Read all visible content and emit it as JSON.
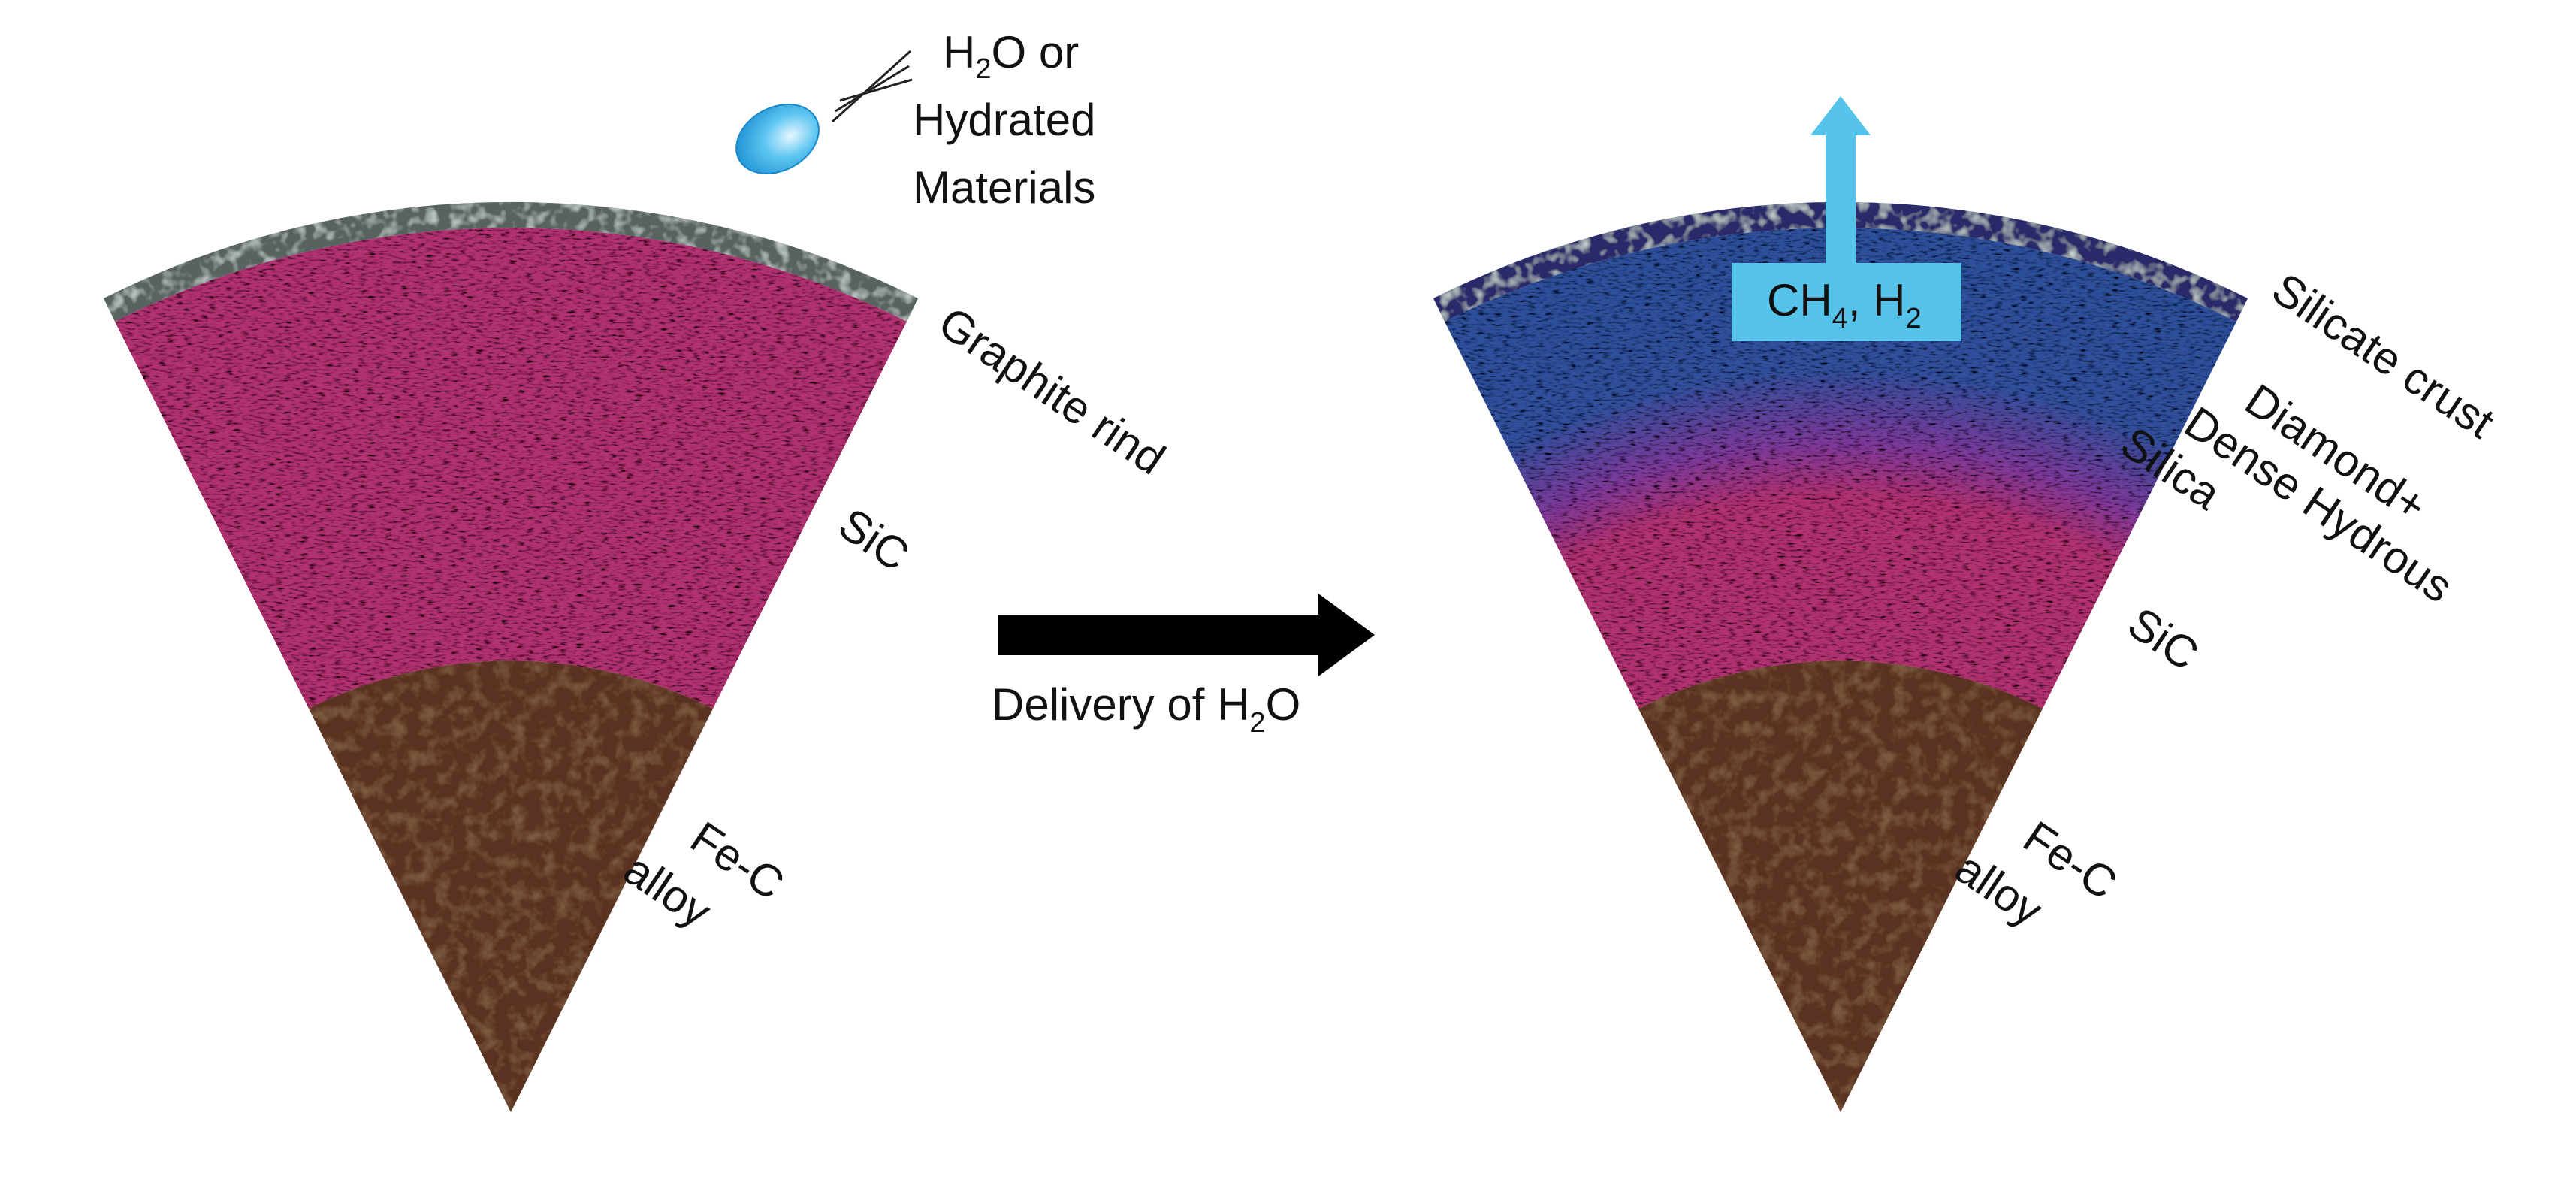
{
  "left_panel": {
    "impactor_label": {
      "line1_pre": "H",
      "line1_sub": "2",
      "line1_post": "O or",
      "line2": "Hydrated",
      "line3": "Materials"
    },
    "layers": {
      "crust": "Graphite rind",
      "mantle": "SiC",
      "core_line1": "Fe-C",
      "core_line2": "alloy"
    }
  },
  "process": {
    "label_pre": "Delivery of H",
    "label_sub": "2",
    "label_post": "O"
  },
  "right_panel": {
    "gas_label": {
      "pre": "CH",
      "sub1": "4",
      "mid": ", H",
      "sub2": "2"
    },
    "layers": {
      "crust": "Silicate crust",
      "upper_line1": "Diamond+",
      "upper_line2": "Dense Hydrous",
      "upper_line3": "Silica",
      "mantle": "SiC",
      "core_line1": "Fe-C",
      "core_line2": "alloy"
    }
  },
  "colors": {
    "graphite_rind": "#596461",
    "sic_mantle": "#b0306f",
    "fe_c_core": "#5a3220",
    "silicate_crust": "#2b2a6b",
    "diamond_silica_layer": "#2e4f9a",
    "gas_arrow": "#55c3ea",
    "impactor": "#29a9e1",
    "process_arrow": "#000000"
  }
}
